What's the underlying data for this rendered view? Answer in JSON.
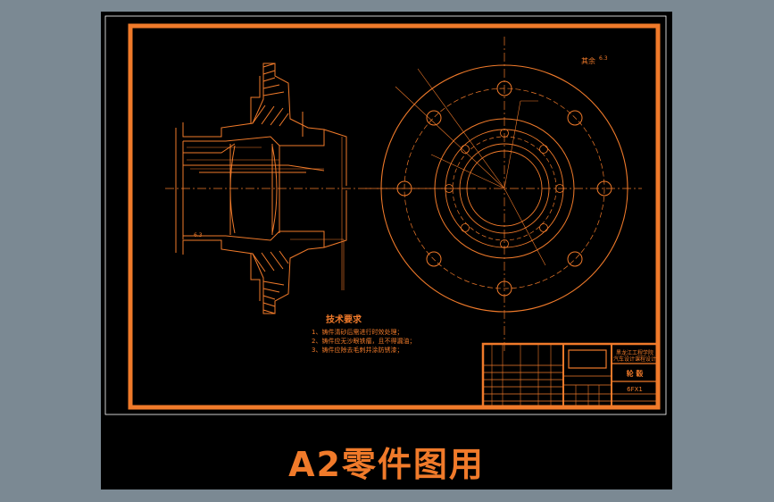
{
  "caption": "A2零件图用",
  "colors": {
    "background": "#7b8993",
    "viewport": "#000000",
    "line": "#f07a2a",
    "frame": "#f07a2a",
    "thin": "#ffffff"
  },
  "notes": {
    "title": "技术要求",
    "items": [
      "1、铸件清砂后需进行时效处理；",
      "2、铸件应无沙眼铁瘤，且不得漏油；",
      "3、铸件应除去毛刺并涂防锈漆；"
    ]
  },
  "surface_mark": "其余",
  "roughness_mark": "6.3",
  "title_block": {
    "school": "黑龙江工程学院",
    "course": "汽车设计课程设计",
    "part_name": "轮 毂",
    "drawing_no": "6FX1"
  }
}
